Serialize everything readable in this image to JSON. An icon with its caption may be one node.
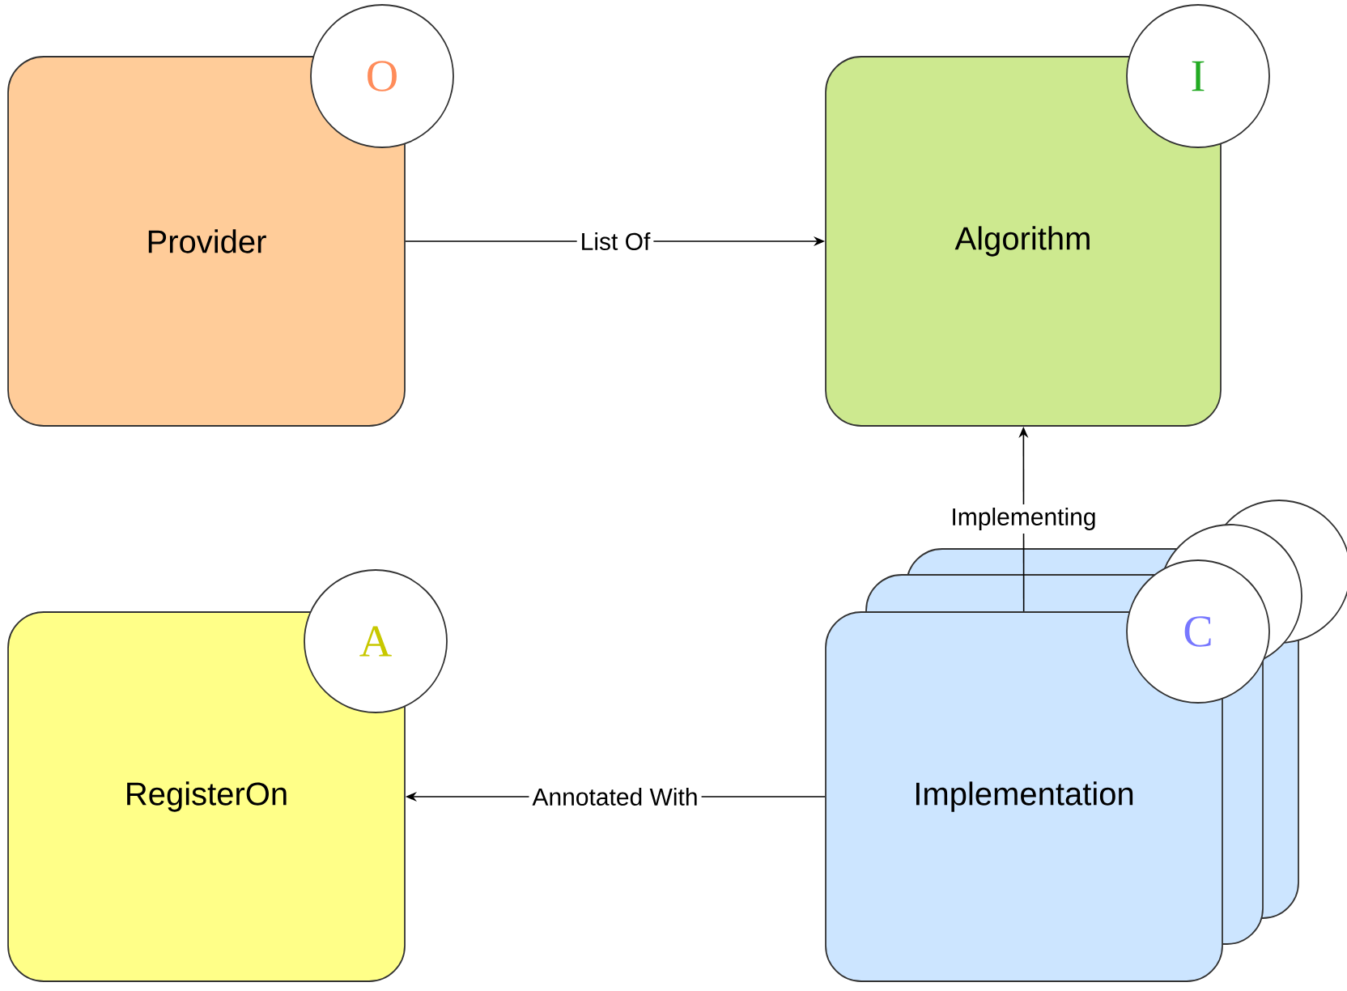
{
  "diagram": {
    "nodes": [
      {
        "text": [
          "Provider"
        ]
      },
      {
        "text": [
          "O"
        ]
      },
      {
        "text": [
          "Algorithm"
        ]
      },
      {
        "text": [
          "I"
        ]
      },
      {
        "text": [
          "RegisterOn"
        ]
      },
      {
        "text": [
          "A"
        ]
      },
      {
        "text": [
          "Implementation"
        ]
      },
      {
        "text": [
          "C"
        ]
      }
    ],
    "edges": [
      {
        "from": 0,
        "to": 2,
        "arrow": "to",
        "label": "List Of"
      },
      {
        "from": 6,
        "to": 2,
        "arrow": "to",
        "label": "Implementing"
      },
      {
        "from": 6,
        "to": 4,
        "arrow": "to",
        "label": "Annotated With"
      }
    ]
  }
}
